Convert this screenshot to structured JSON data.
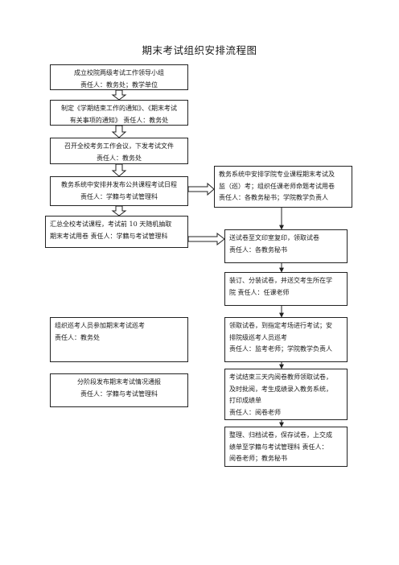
{
  "title": "期末考试组织安排流程图",
  "left_boxes": [
    {
      "lines": [
        "成立校院两级考试工作领导小组",
        "责任人：教务处；教学单位"
      ]
    },
    {
      "lines": [
        "制定《学期结束工作的通知》、《期末考试",
        "有关事项的通知》  责任人：教务处"
      ]
    },
    {
      "lines": [
        "召开全校考务工作会议，下发考试文件",
        "责任人：教务处"
      ]
    },
    {
      "lines": [
        "教务系统中安排并发布公共课程考试日程",
        "责任人：学籍与考试管理科"
      ]
    },
    {
      "lines": [
        "汇总全校考试课程，考试前 10 天随机抽取",
        "期末考试用卷  责任人：学籍与考试管理科"
      ]
    },
    {
      "lines": [
        "组织巡考人员参加期末考试巡考",
        "责任人：教务处"
      ]
    },
    {
      "lines": [
        "分阶段发布期末考试情况通报",
        "责任人：学籍与考试管理科"
      ]
    }
  ],
  "right_boxes": [
    {
      "lines": [
        "教务系统中安排学院专业课程期末考试及",
        "监（巡）考；组织任课老师命题考试用卷",
        "责任人：各教务秘书；学院教学负责人"
      ]
    },
    {
      "lines": [
        "送试卷至文印室复印，领取试卷",
        "责任人：各教务秘书"
      ]
    },
    {
      "lines": [
        "装订、分装试卷，并送交考生所在学",
        "院  责任人：任课老师"
      ]
    },
    {
      "lines": [
        "领取试卷，到指定考场进行考试；安",
        "排院级巡考人员巡考",
        "责任人：监考老师；学院教学负责人"
      ]
    },
    {
      "lines": [
        "考试结束三天内阅卷教师领取试卷，",
        "及时批阅，考生成绩录入教务系统，",
        "打印成绩单",
        "责任人：阅卷老师"
      ]
    },
    {
      "lines": [
        "整理、归档试卷，保存试卷，上交成",
        "绩单至学籍与考试管理科  责任人：",
        "阅卷老师；教务秘书"
      ]
    }
  ]
}
